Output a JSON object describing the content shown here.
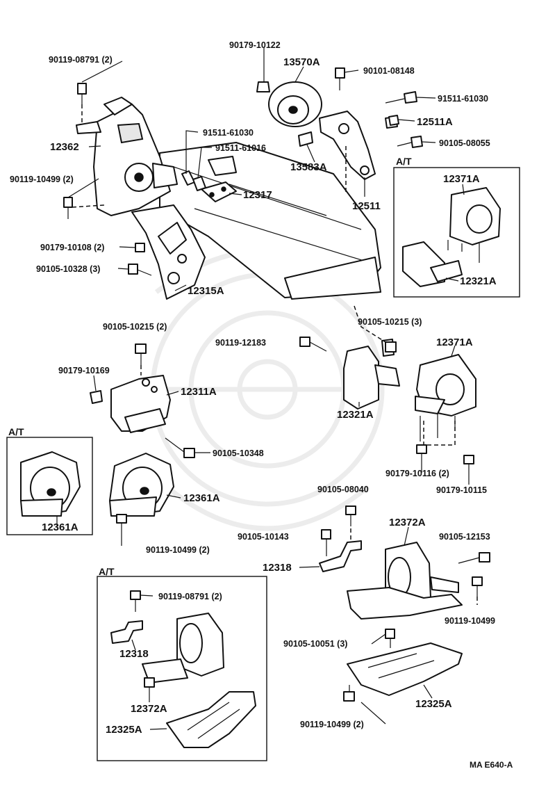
{
  "labels": {
    "l01": "90119-08791 (2)",
    "l02": "12362",
    "l03": "90119-10499 (2)",
    "l04": "91511-61030",
    "l05": "91511-61016",
    "l06": "12317",
    "l07": "90179-10108 (2)",
    "l08": "90105-10328 (3)",
    "l09": "12315A",
    "l10": "90179-10122",
    "l11": "13570A",
    "l12": "90101-08148",
    "l13": "91511-61030",
    "l14": "12511A",
    "l15": "90105-08055",
    "l16": "13583A",
    "l17": "12511",
    "l18": "A/T",
    "l19": "12371A",
    "l20": "12321A",
    "l21": "90105-10215 (2)",
    "l22": "90119-12183",
    "l23": "90105-10215 (3)",
    "l24": "12371A",
    "l25": "90179-10169",
    "l26": "12311A",
    "l27": "12321A",
    "l28": "A/T",
    "l29": "90105-10348",
    "l30": "90179-10116 (2)",
    "l31": "90179-10115",
    "l32": "90105-08040",
    "l33": "12361A",
    "l34": "12361A",
    "l35": "12372A",
    "l36": "90105-10143",
    "l37": "90105-12153",
    "l38": "90119-10499 (2)",
    "l39": "12318",
    "l40": "A/T",
    "l41": "90119-08791 (2)",
    "l42": "90119-10499",
    "l43": "90105-10051 (3)",
    "l44": "12318",
    "l45": "12372A",
    "l46": "12325A",
    "l47": "90119-10499 (2)",
    "l48": "12325A",
    "l49": "MA E640-A"
  }
}
